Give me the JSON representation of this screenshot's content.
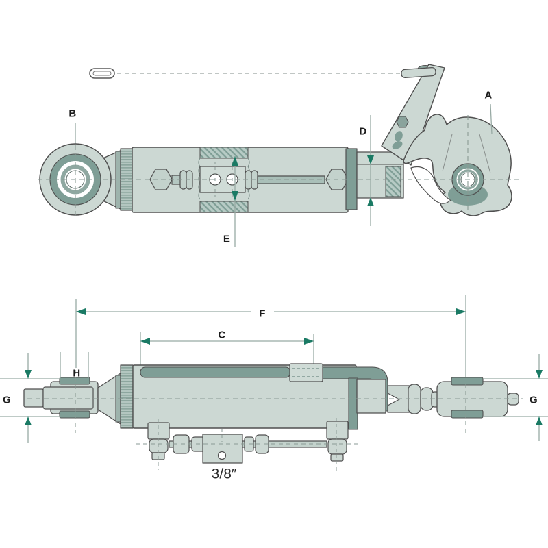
{
  "diagram": {
    "labels": {
      "a": "A",
      "b": "B",
      "c": "C",
      "d": "D",
      "e": "E",
      "f": "F",
      "g_left": "G",
      "g_right": "G",
      "h": "H",
      "size": "3/8″"
    },
    "colors": {
      "body_fill": "#ccd8d3",
      "body_light": "#d6e0db",
      "accent_dark": "#7f9e96",
      "outline": "#4f4f4f",
      "dimension_line": "#98aaa4",
      "arrow_green": "#1a7a64",
      "centerline": "#8a9a94",
      "label_color": "#1b1b1b",
      "background": "#ffffff"
    }
  }
}
